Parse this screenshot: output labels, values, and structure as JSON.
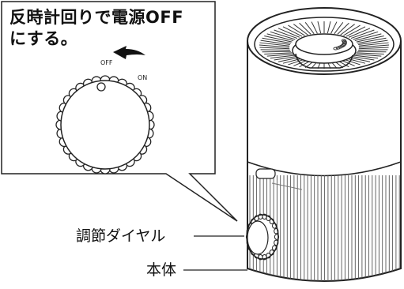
{
  "callout": {
    "line1": "反時計回りで電源OFF",
    "line2": "にする。",
    "dial_off": "OFF",
    "dial_on": "ON"
  },
  "labels": {
    "dial": "調節ダイヤル",
    "body": "本体"
  },
  "colors": {
    "line": "#222222",
    "fill": "#ffffff"
  }
}
